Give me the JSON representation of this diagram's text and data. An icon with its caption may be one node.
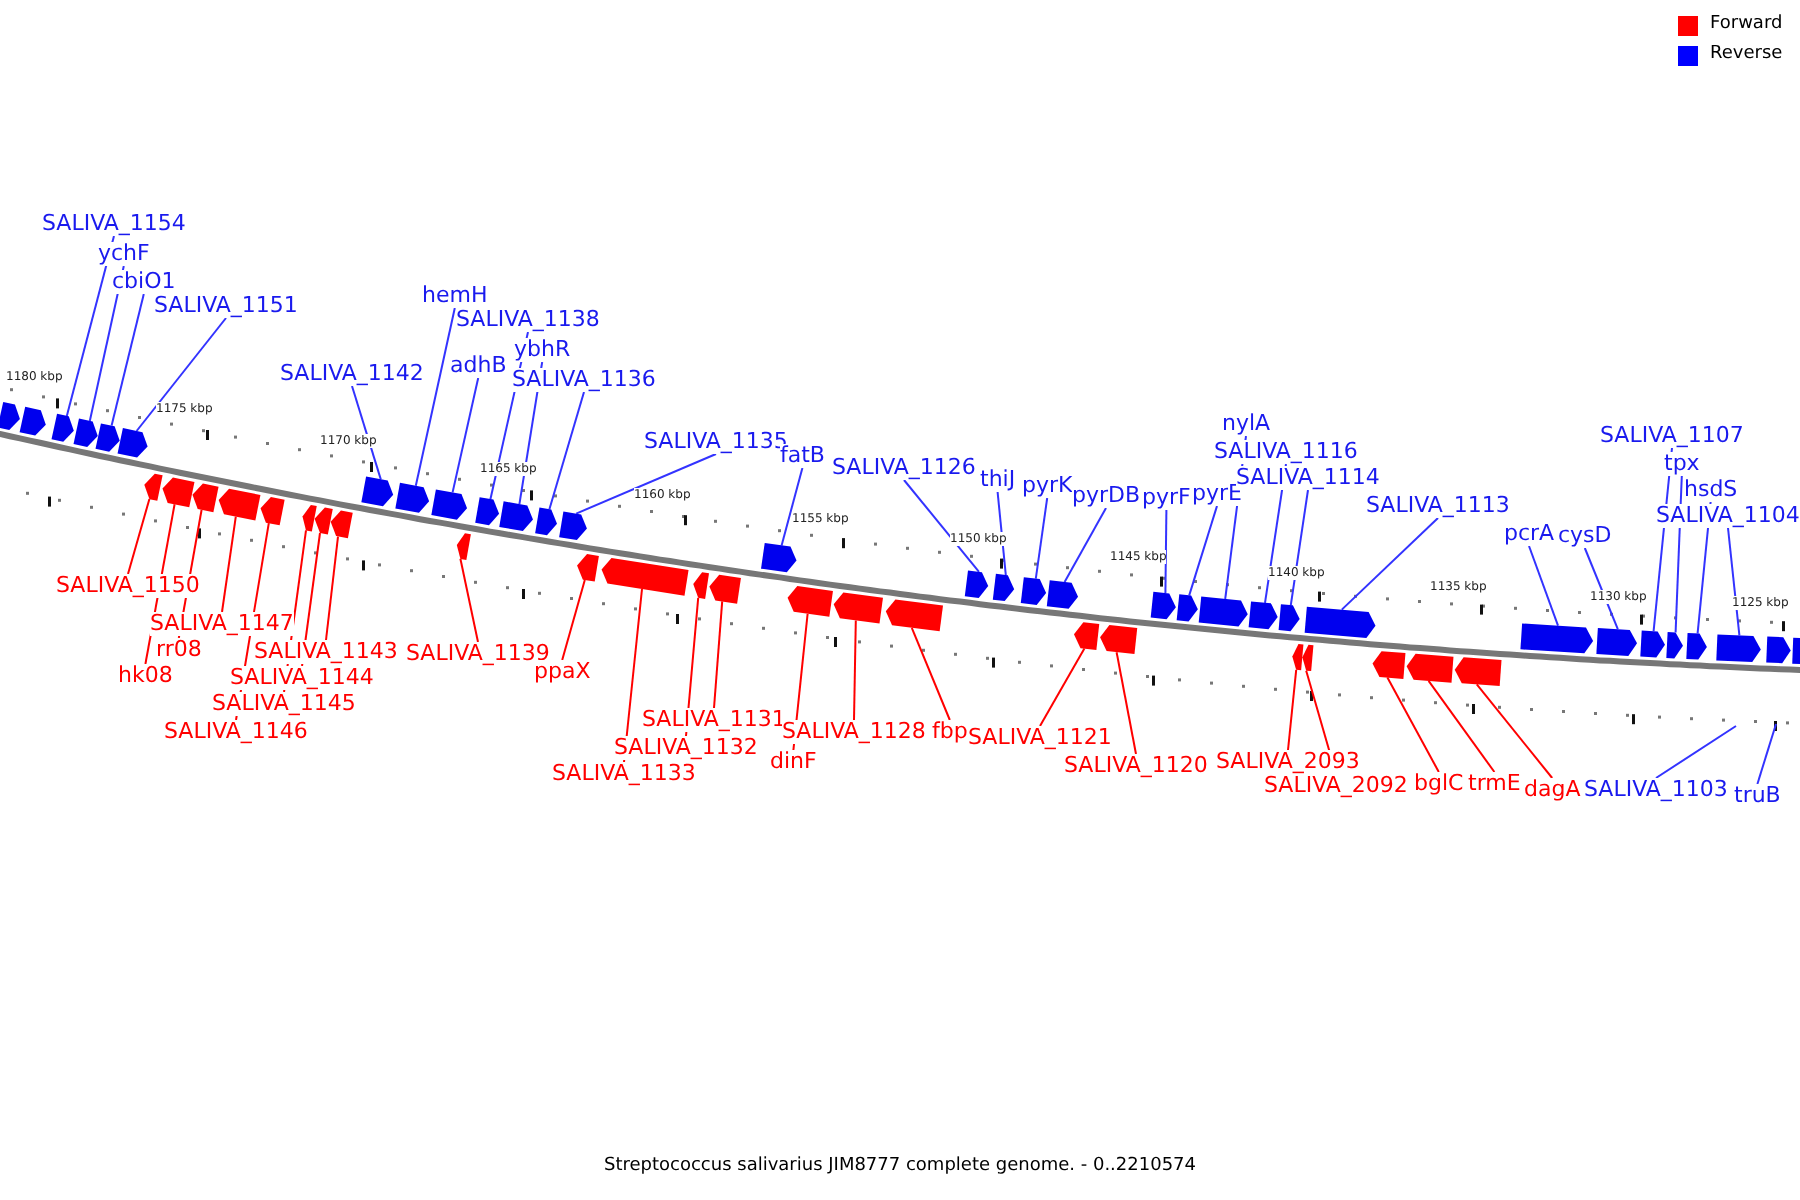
{
  "diagram": {
    "caption": "Streptococcus salivarius JIM8777 complete genome. - 0..2210574",
    "nodes": [
      {
        "text": [
          "SALIVA_1154"
        ]
      },
      {
        "text": [],
        "shape": "arrow"
      },
      {
        "text": [
          "ychF"
        ]
      },
      {
        "text": [],
        "shape": "arrow"
      },
      {
        "text": [
          "cbiO1"
        ]
      },
      {
        "text": [],
        "shape": "arrow"
      },
      {
        "text": [
          "SALIVA_1151"
        ]
      },
      {
        "text": [],
        "shape": "arrow"
      },
      {
        "text": [
          "SALIVA_1150"
        ]
      },
      {
        "text": [],
        "shape": "arrow"
      },
      {
        "text": [
          "hk08"
        ]
      },
      {
        "text": [],
        "shape": "arrow"
      },
      {
        "text": [
          "rr08"
        ]
      },
      {
        "text": [],
        "shape": "arrow"
      },
      {
        "text": [
          "SALIVA_1147"
        ]
      },
      {
        "text": [],
        "shape": "arrow"
      },
      {
        "text": [
          "SALIVA_1146"
        ]
      },
      {
        "text": [],
        "shape": "arrow"
      },
      {
        "text": [
          "SALIVA_1145"
        ]
      },
      {
        "text": [],
        "shape": "arrow"
      },
      {
        "text": [
          "SALIVA_1144"
        ]
      },
      {
        "text": [],
        "shape": "arrow"
      },
      {
        "text": [
          "SALIVA_1143"
        ]
      },
      {
        "text": [],
        "shape": "arrow"
      },
      {
        "text": [
          "SALIVA_1142"
        ]
      },
      {
        "text": [],
        "shape": "arrow"
      },
      {
        "text": [
          "hemH"
        ]
      },
      {
        "text": [],
        "shape": "arrow"
      },
      {
        "text": [
          "adhB"
        ]
      },
      {
        "text": [],
        "shape": "arrow"
      },
      {
        "text": [
          "SALIVA_1139"
        ]
      },
      {
        "text": [],
        "shape": "arrow"
      },
      {
        "text": [
          "SALIVA_1138"
        ]
      },
      {
        "text": [],
        "shape": "arrow"
      },
      {
        "text": [
          "ybhR"
        ]
      },
      {
        "text": [],
        "shape": "arrow"
      },
      {
        "text": [
          "SALIVA_1136"
        ]
      },
      {
        "text": [],
        "shape": "arrow"
      },
      {
        "text": [
          "SALIVA_1135"
        ]
      },
      {
        "text": [],
        "shape": "arrow"
      },
      {
        "text": [
          "ppaX"
        ]
      },
      {
        "text": [],
        "shape": "arrow"
      },
      {
        "text": [
          "SALIVA_1133"
        ]
      },
      {
        "text": [],
        "shape": "arrow"
      },
      {
        "text": [
          "SALIVA_1132"
        ]
      },
      {
        "text": [],
        "shape": "arrow"
      },
      {
        "text": [
          "SALIVA_1131"
        ]
      },
      {
        "text": [],
        "shape": "arrow"
      },
      {
        "text": [
          "fatB"
        ]
      },
      {
        "text": [],
        "shape": "arrow"
      },
      {
        "text": [
          "dinF"
        ]
      },
      {
        "text": [],
        "shape": "arrow"
      },
      {
        "text": [
          "SALIVA_1128"
        ]
      },
      {
        "text": [],
        "shape": "arrow"
      },
      {
        "text": [
          "fbp"
        ]
      },
      {
        "text": [],
        "shape": "arrow"
      },
      {
        "text": [
          "SALIVA_1126"
        ]
      },
      {
        "text": [],
        "shape": "arrow"
      },
      {
        "text": [
          "thiJ"
        ]
      },
      {
        "text": [],
        "shape": "arrow"
      },
      {
        "text": [
          "pyrK"
        ]
      },
      {
        "text": [],
        "shape": "arrow"
      },
      {
        "text": [
          "pyrDB"
        ]
      },
      {
        "text": [],
        "shape": "arrow"
      },
      {
        "text": [
          "SALIVA_1121"
        ]
      },
      {
        "text": [],
        "shape": "arrow"
      },
      {
        "text": [
          "SALIVA_1120"
        ]
      },
      {
        "text": [],
        "shape": "arrow"
      },
      {
        "text": [
          "pyrF"
        ]
      },
      {
        "text": [],
        "shape": "arrow"
      },
      {
        "text": [
          "pyrE"
        ]
      },
      {
        "text": [],
        "shape": "arrow"
      },
      {
        "text": [
          "nylA"
        ]
      },
      {
        "text": [],
        "shape": "arrow"
      },
      {
        "text": [
          "SALIVA_1116"
        ]
      },
      {
        "text": [],
        "shape": "arrow"
      },
      {
        "text": [
          "SALIVA_1114"
        ]
      },
      {
        "text": [],
        "shape": "arrow"
      },
      {
        "text": [
          "SALIVA_2093"
        ]
      },
      {
        "text": [],
        "shape": "arrow"
      },
      {
        "text": [
          "SALIVA_2092"
        ]
      },
      {
        "text": [],
        "shape": "arrow"
      },
      {
        "text": [
          "SALIVA_1113"
        ]
      },
      {
        "text": [],
        "shape": "arrow"
      },
      {
        "text": [
          "bglC"
        ]
      },
      {
        "text": [],
        "shape": "arrow"
      },
      {
        "text": [
          "trmE"
        ]
      },
      {
        "text": [],
        "shape": "arrow"
      },
      {
        "text": [
          "dagA"
        ]
      },
      {
        "text": [],
        "shape": "arrow"
      },
      {
        "text": [
          "pcrA"
        ]
      },
      {
        "text": [],
        "shape": "arrow"
      },
      {
        "text": [
          "cysD"
        ]
      },
      {
        "text": [],
        "shape": "arrow"
      },
      {
        "text": [
          "SALIVA_1107"
        ]
      },
      {
        "text": [],
        "shape": "arrow"
      },
      {
        "text": [
          "tpx"
        ]
      },
      {
        "text": [],
        "shape": "arrow"
      },
      {
        "text": [
          "hsdS"
        ]
      },
      {
        "text": [],
        "shape": "arrow"
      },
      {
        "text": [
          "SALIVA_1104"
        ]
      },
      {
        "text": [],
        "shape": "arrow"
      },
      {
        "text": [
          "SALIVA_1103"
        ]
      },
      {
        "text": [
          "truB"
        ]
      },
      {
        "text": [],
        "shape": "arrow"
      },
      {
        "text": [],
        "shape": "arrow"
      },
      {
        "text": [],
        "shape": "arrow"
      },
      {
        "text": [],
        "shape": "arrow"
      }
    ],
    "edges": [
      {
        "from": 0,
        "to": 1,
        "arrow": "none"
      },
      {
        "from": 2,
        "to": 3,
        "arrow": "none"
      },
      {
        "from": 4,
        "to": 5,
        "arrow": "none"
      },
      {
        "from": 6,
        "to": 7,
        "arrow": "none"
      },
      {
        "from": 8,
        "to": 9,
        "arrow": "none",
        "color": "#ff0000"
      },
      {
        "from": 10,
        "to": 11,
        "arrow": "none",
        "color": "#ff0000"
      },
      {
        "from": 12,
        "to": 13,
        "arrow": "none",
        "color": "#ff0000"
      },
      {
        "from": 14,
        "to": 15,
        "arrow": "none",
        "color": "#ff0000"
      },
      {
        "from": 16,
        "to": 17,
        "arrow": "none",
        "color": "#ff0000"
      },
      {
        "from": 18,
        "to": 19,
        "arrow": "none",
        "color": "#ff0000"
      },
      {
        "from": 20,
        "to": 21,
        "arrow": "none",
        "color": "#ff0000"
      },
      {
        "from": 22,
        "to": 23,
        "arrow": "none",
        "color": "#ff0000"
      },
      {
        "from": 24,
        "to": 25,
        "arrow": "none"
      },
      {
        "from": 26,
        "to": 27,
        "arrow": "none"
      },
      {
        "from": 28,
        "to": 29,
        "arrow": "none"
      },
      {
        "from": 30,
        "to": 31,
        "arrow": "none",
        "color": "#ff0000"
      },
      {
        "from": 32,
        "to": 33,
        "arrow": "none"
      },
      {
        "from": 34,
        "to": 35,
        "arrow": "none"
      },
      {
        "from": 36,
        "to": 37,
        "arrow": "none"
      },
      {
        "from": 38,
        "to": 39,
        "arrow": "none"
      },
      {
        "from": 40,
        "to": 41,
        "arrow": "none",
        "color": "#ff0000"
      },
      {
        "from": 42,
        "to": 43,
        "arrow": "none",
        "color": "#ff0000"
      },
      {
        "from": 44,
        "to": 45,
        "arrow": "none",
        "color": "#ff0000"
      },
      {
        "from": 46,
        "to": 47,
        "arrow": "none",
        "color": "#ff0000"
      },
      {
        "from": 48,
        "to": 49,
        "arrow": "none"
      },
      {
        "from": 50,
        "to": 51,
        "arrow": "none",
        "color": "#ff0000"
      },
      {
        "from": 52,
        "to": 53,
        "arrow": "none",
        "color": "#ff0000"
      },
      {
        "from": 54,
        "to": 55,
        "arrow": "none",
        "color": "#ff0000"
      },
      {
        "from": 56,
        "to": 57,
        "arrow": "none"
      },
      {
        "from": 58,
        "to": 59,
        "arrow": "none"
      },
      {
        "from": 60,
        "to": 61,
        "arrow": "none"
      },
      {
        "from": 62,
        "to": 63,
        "arrow": "none"
      },
      {
        "from": 64,
        "to": 65,
        "arrow": "none",
        "color": "#ff0000"
      },
      {
        "from": 66,
        "to": 67,
        "arrow": "none",
        "color": "#ff0000"
      },
      {
        "from": 68,
        "to": 69,
        "arrow": "none"
      },
      {
        "from": 70,
        "to": 71,
        "arrow": "none"
      },
      {
        "from": 72,
        "to": 73,
        "arrow": "none"
      },
      {
        "from": 74,
        "to": 75,
        "arrow": "none"
      },
      {
        "from": 76,
        "to": 77,
        "arrow": "none"
      },
      {
        "from": 78,
        "to": 79,
        "arrow": "none",
        "color": "#ff0000"
      },
      {
        "from": 80,
        "to": 81,
        "arrow": "none",
        "color": "#ff0000"
      },
      {
        "from": 82,
        "to": 83,
        "arrow": "none"
      },
      {
        "from": 84,
        "to": 85,
        "arrow": "none",
        "color": "#ff0000"
      },
      {
        "from": 86,
        "to": 87,
        "arrow": "none",
        "color": "#ff0000"
      },
      {
        "from": 88,
        "to": 89,
        "arrow": "none",
        "color": "#ff0000"
      },
      {
        "from": 90,
        "to": 91,
        "arrow": "none"
      },
      {
        "from": 92,
        "to": 93,
        "arrow": "none"
      },
      {
        "from": 94,
        "to": 95,
        "arrow": "none"
      },
      {
        "from": 96,
        "to": 97,
        "arrow": "none"
      },
      {
        "from": 98,
        "to": 99,
        "arrow": "none"
      },
      {
        "from": 100,
        "to": 101,
        "arrow": "none"
      },
      {
        "from": 102,
        "to": null,
        "arrow": "none"
      },
      {
        "from": 103,
        "to": null,
        "arrow": "none"
      }
    ],
    "labels": [
      "1180 kbp",
      "1175 kbp",
      "1170 kbp",
      "1165 kbp",
      "1160 kbp",
      "1155 kbp",
      "1150 kbp",
      "1145 kbp",
      "1140 kbp",
      "1135 kbp",
      "1130 kbp",
      "1125 kbp"
    ],
    "legend": [
      {
        "text": "Forward",
        "color": "#ff0000"
      },
      {
        "text": "Reverse",
        "color": "#0000ff"
      }
    ]
  }
}
